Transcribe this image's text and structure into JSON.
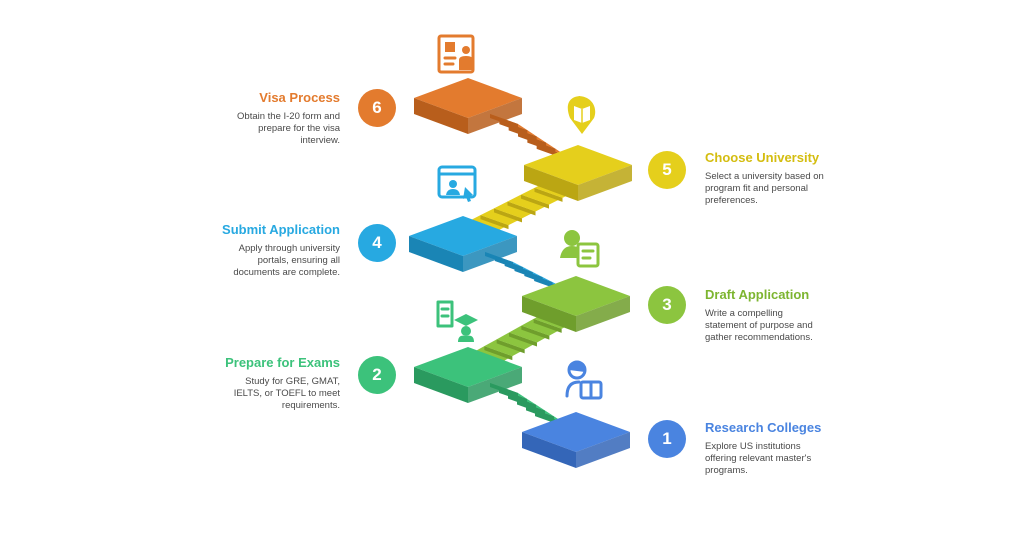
{
  "diagram": {
    "steps": [
      {
        "number": "1",
        "title": "Research Colleges",
        "description": "Explore US institutions offering relevant master's programs.",
        "color": "#4a84e0",
        "dark": "#3466b8",
        "icon": "student-reading-icon",
        "side": "right"
      },
      {
        "number": "2",
        "title": "Prepare for Exams",
        "description": "Study for GRE, GMAT, IELTS, or TOEFL to meet requirements.",
        "color": "#3cc27b",
        "dark": "#2a9a5f",
        "icon": "graduate-exam-icon",
        "side": "left"
      },
      {
        "number": "3",
        "title": "Draft Application",
        "description": "Write a compelling statement of purpose and gather recommendations.",
        "color": "#8cc53f",
        "dark": "#6f9e2c",
        "icon": "writer-document-icon",
        "side": "right"
      },
      {
        "number": "4",
        "title": "Submit Application",
        "description": "Apply through university portals, ensuring all documents are complete.",
        "color": "#27a9e1",
        "dark": "#1a85b5",
        "icon": "online-portal-icon",
        "side": "left"
      },
      {
        "number": "5",
        "title": "Choose University",
        "description": "Select a university based on program fit and personal preferences.",
        "color": "#e5cf1c",
        "dark": "#bba613",
        "icon": "book-pin-icon",
        "side": "right"
      },
      {
        "number": "6",
        "title": "Visa Process",
        "description": "Obtain the I-20 form and prepare for the visa interview.",
        "color": "#e37b2e",
        "dark": "#b85e1c",
        "icon": "id-document-icon",
        "side": "left"
      }
    ]
  }
}
